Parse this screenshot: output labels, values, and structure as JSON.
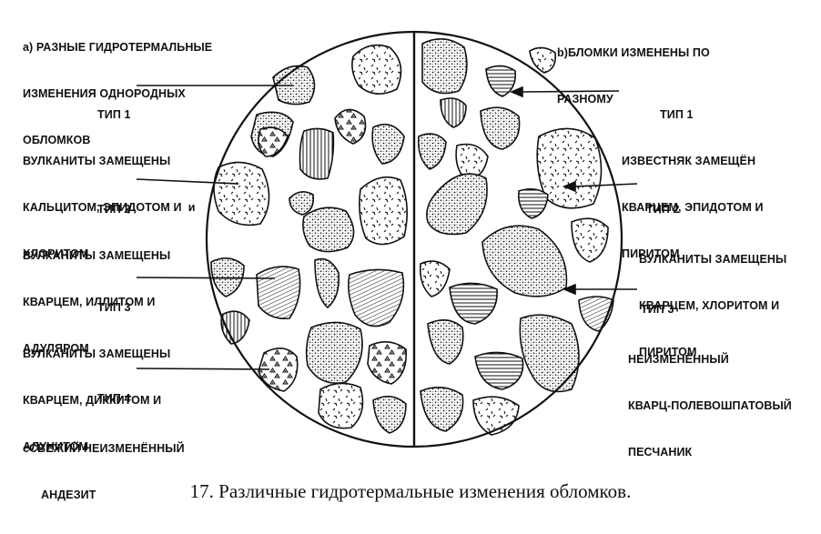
{
  "headings": {
    "left": [
      "а) РАЗНЫЕ ГИДРОТЕРМАЛЬНЫЕ",
      "ИЗМЕНЕНИЯ ОДНОРОДНЫХ",
      "ОБЛОМКОВ"
    ],
    "right": [
      "b)БЛОМКИ ИЗМЕНЕНЫ ПО",
      "РАЗНОМУ"
    ]
  },
  "left_types": [
    {
      "title": "ТИП 1",
      "lines": [
        "ВУЛКАНИТЫ ЗАМЕЩЕНЫ",
        "КАЛЬЦИТОМ, ЭПИДОТОМ И  и",
        "ХЛОРИТОМ"
      ],
      "pattern": "dots-dark"
    },
    {
      "title": "ТИП 2",
      "lines": [
        "ВУЛКАНИТЫ ЗАМЕЩЕНЫ",
        "КВАРЦЕМ, ИЛЛИТОМ И",
        "АДУЛЯРОМ"
      ],
      "pattern": "dashes"
    },
    {
      "title": "ТИП 3",
      "lines": [
        "ВУЛКАНИТЫ ЗАМЕЩЕНЫ",
        "КВАРЦЕМ, ДИККИТОМ И",
        "АЛУНИТОМ"
      ],
      "pattern": "hatch"
    },
    {
      "title": "ТИП 4",
      "lines": [
        "сСВЕЖИЙ НЕИЗМЕНЁННЫЙ",
        "АНДЕЗИТ"
      ],
      "pattern": "triangles"
    }
  ],
  "right_types": [
    {
      "title": "ТИП 1",
      "lines": [
        "ИЗВЕСТНЯК ЗАМЕЩЁН",
        "КВАРЦЕМ, ЭПИДОТОМ И",
        "ПИРИТОМ"
      ],
      "pattern": "horizontal-lines"
    },
    {
      "title": "ТИП 2",
      "lines": [
        "ВУЛКАНИТЫ ЗАМЕЩЕНЫ",
        "КВАРЦЕМ, ХЛОРИТОМ И",
        "ПИРИТОМ"
      ],
      "pattern": "dashes"
    },
    {
      "title": "ТИП 3",
      "lines": [
        "НЕИЗМЕНЁННЫЙ",
        "КВАРЦ-ПОЛЕВОШПАТОВЫЙ",
        "ПЕСЧАНИК"
      ],
      "pattern": "dots-dark"
    }
  ],
  "caption": "17. Различные гидротермальные изменения обломков.",
  "colors": {
    "ink": "#111111",
    "paper": "#ffffff"
  }
}
